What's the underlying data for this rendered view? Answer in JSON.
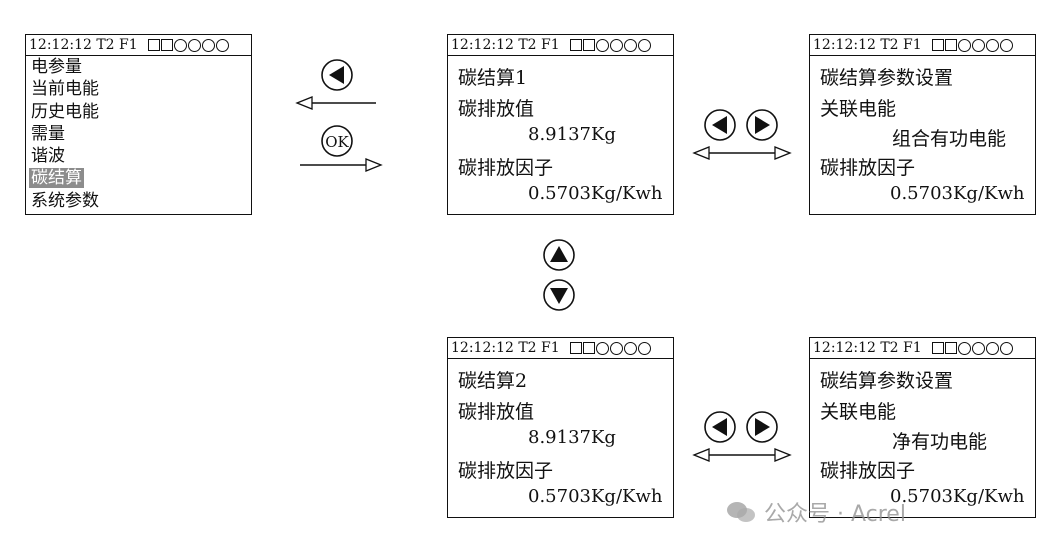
{
  "menu_screen": {
    "status": "12:12:12 T2 F1",
    "items": [
      "电参量",
      "当前电能",
      "历史电能",
      "需量",
      "谐波",
      "碳结算",
      "系统参数"
    ],
    "selected_index": 5
  },
  "carbon1": {
    "status": "12:12:12 T2 F1",
    "title": "碳结算1",
    "emission_label": "碳排放值",
    "emission_value": "8.9137Kg",
    "factor_label": "碳排放因子",
    "factor_value": "0.5703Kg/Kwh"
  },
  "carbon2": {
    "status": "12:12:12 T2 F1",
    "title": "碳结算2",
    "emission_label": "碳排放值",
    "emission_value": "8.9137Kg",
    "factor_label": "碳排放因子",
    "factor_value": "0.5703Kg/Kwh"
  },
  "settings1": {
    "status": "12:12:12 T2 F1",
    "title": "碳结算参数设置",
    "link_label": "关联电能",
    "link_value": "组合有功电能",
    "factor_label": "碳排放因子",
    "factor_value": "0.5703Kg/Kwh"
  },
  "settings2": {
    "status": "12:12:12 T2 F1",
    "title": "碳结算参数设置",
    "link_label": "关联电能",
    "link_value": "净有功电能",
    "factor_label": "碳排放因子",
    "factor_value": "0.5703Kg/Kwh"
  },
  "keys": {
    "ok_label": "OK",
    "left_icon": "left-triangle-icon",
    "right_icon": "right-triangle-icon",
    "up_icon": "up-triangle-icon",
    "down_icon": "down-triangle-icon"
  },
  "watermark": {
    "text": "公众号 · Acrel"
  }
}
